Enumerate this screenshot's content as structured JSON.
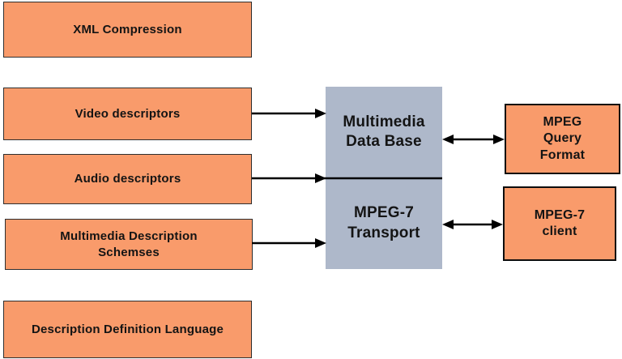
{
  "colors": {
    "box_orange": "#F99B6B",
    "center_gray_blue": "#AEB8CA",
    "arrow_black": "#000000",
    "text_dark": "#141414"
  },
  "left_column": {
    "xml_compression": "XML Compression",
    "video_descriptors": "Video descriptors",
    "audio_descriptors": "Audio descriptors",
    "multimedia_description_schemses": "Multimedia Description\nSchemses",
    "description_definition_language": "Description Definition Language"
  },
  "center": {
    "multimedia_data_base": "Multimedia\nData Base",
    "mpeg7_transport": "MPEG-7\nTransport"
  },
  "right_column": {
    "mpeg_query_format": "MPEG\nQuery\nFormat",
    "mpeg7_client": "MPEG-7\nclient"
  }
}
